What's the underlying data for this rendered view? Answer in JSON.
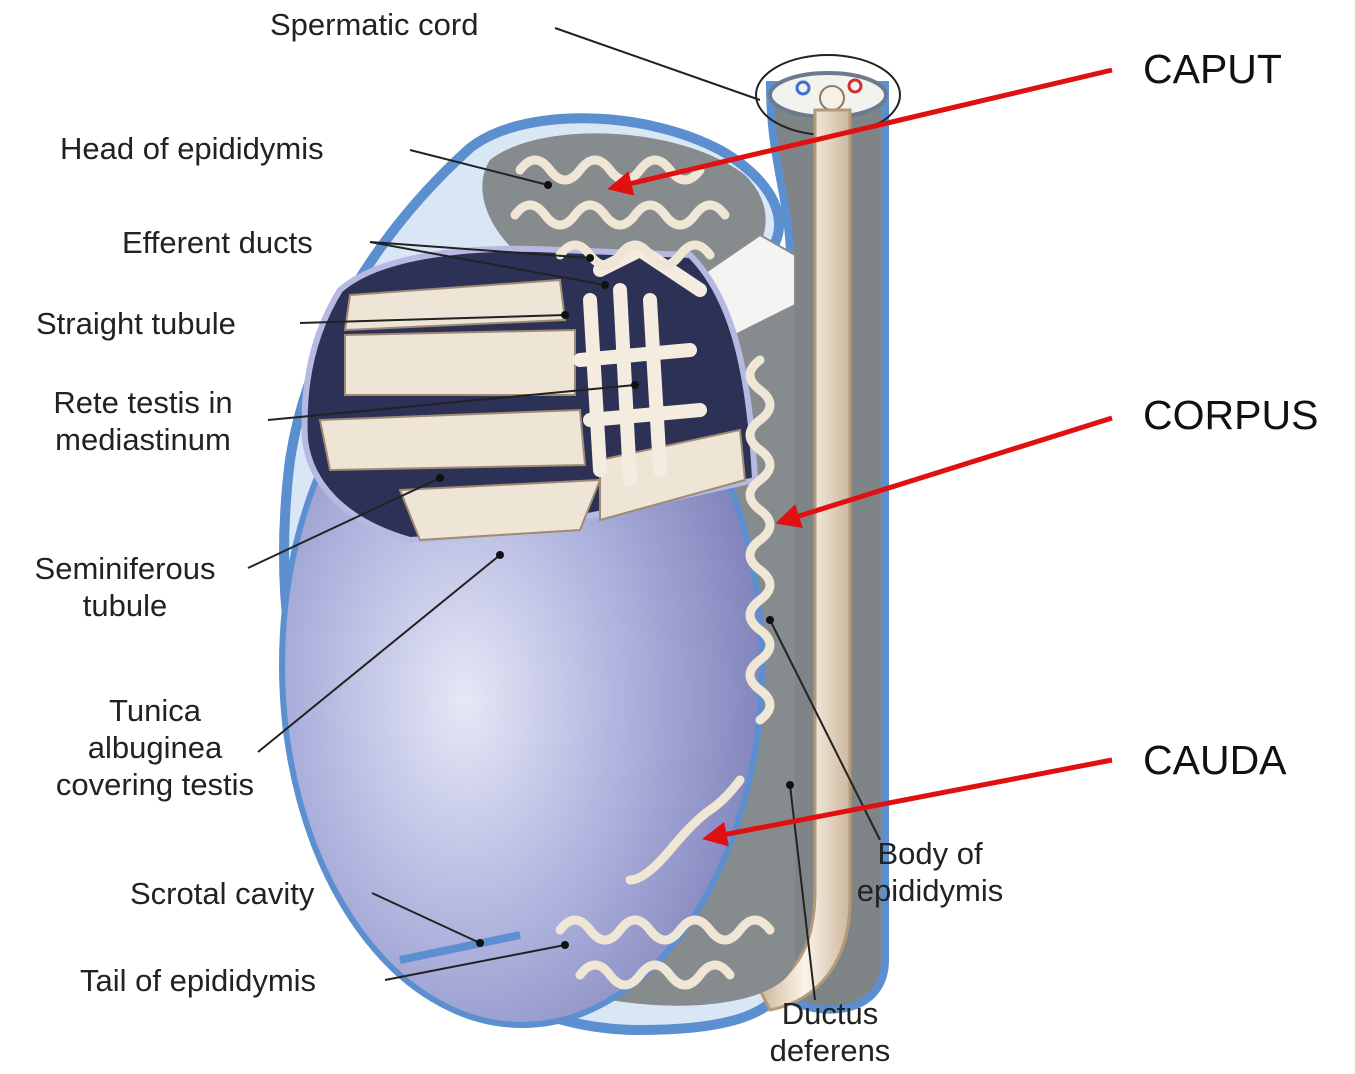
{
  "labels": {
    "spermatic_cord": "Spermatic cord",
    "head_of_epididymis": "Head of epididymis",
    "efferent_ducts": "Efferent ducts",
    "straight_tubule": "Straight tubule",
    "rete_testis_1": "Rete testis in",
    "rete_testis_2": "mediastinum",
    "seminiferous_1": "Seminiferous",
    "seminiferous_2": "tubule",
    "tunica_1": "Tunica",
    "tunica_2": "albuginea",
    "tunica_3": "covering testis",
    "scrotal_cavity": "Scrotal cavity",
    "tail_of_epididymis": "Tail of epididymis",
    "body_1": "Body of",
    "body_2": "epididymis",
    "ductus_1": "Ductus",
    "ductus_2": "deferens"
  },
  "regions": {
    "caput": "CAPUT",
    "corpus": "CORPUS",
    "cauda": "CAUDA"
  },
  "colors": {
    "arrow": "#e01010",
    "testis": "#9fa3d4",
    "tunica": "#6f9fd8",
    "epididymis_bg": "#8a9092",
    "tubule": "#f1ebe0",
    "ductus": "#efe3d2"
  }
}
